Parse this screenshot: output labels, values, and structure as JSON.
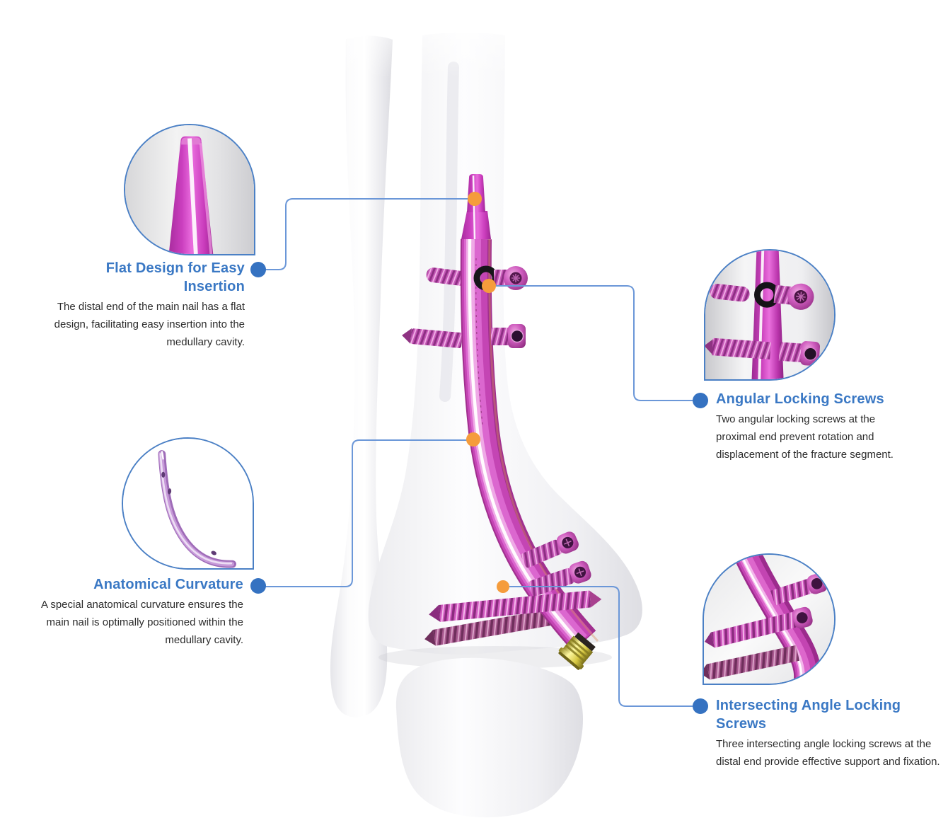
{
  "callouts": {
    "flat_design": {
      "title": "Flat Design for Easy Insertion",
      "body": "The distal end of the main nail has a flat design, facilitating easy insertion into the medullary cavity."
    },
    "angular_locking": {
      "title": "Angular Locking Screws",
      "body": "Two angular locking screws at the proximal end prevent rotation and displacement of the fracture segment."
    },
    "anatomical_curvature": {
      "title": "Anatomical Curvature",
      "body": "A special anatomical curvature ensures the main nail is optimally positioned within the medullary cavity."
    },
    "intersecting_locking": {
      "title": "Intersecting Angle Locking Screws",
      "body": "Three intersecting angle locking screws at the distal end provide effective support and fixation."
    }
  },
  "colors": {
    "heading_blue": "#3a78c4",
    "body_text": "#2c2c2c",
    "connector_line_blue": "#6b97d8",
    "inset_border_blue": "#4b80c5",
    "marker_dot_orange": "#f59c3c",
    "marker_dot_blue": "#3572c1",
    "nail_magenta": "#c445b4",
    "nail_specular": "#ffffff",
    "screw_magenta": "#c458b6",
    "screw_mauve": "#a8598f",
    "end_cap_gold": "#d6c741",
    "bone_gray": "#efeff2",
    "background": "#ffffff"
  },
  "figure": {
    "bones": [
      "fibula",
      "tibia",
      "talus"
    ],
    "implant": {
      "main_nail": "curved intramedullary nail",
      "proximal_locking_screws": 2,
      "distal_locking_screws": 3,
      "end_cap": "gold end cap"
    },
    "insets": [
      "flat-nail-tip-magnified",
      "angular-locking-screws-magnified",
      "curved-nail-profile",
      "intersecting-locking-screws-magnified"
    ]
  }
}
